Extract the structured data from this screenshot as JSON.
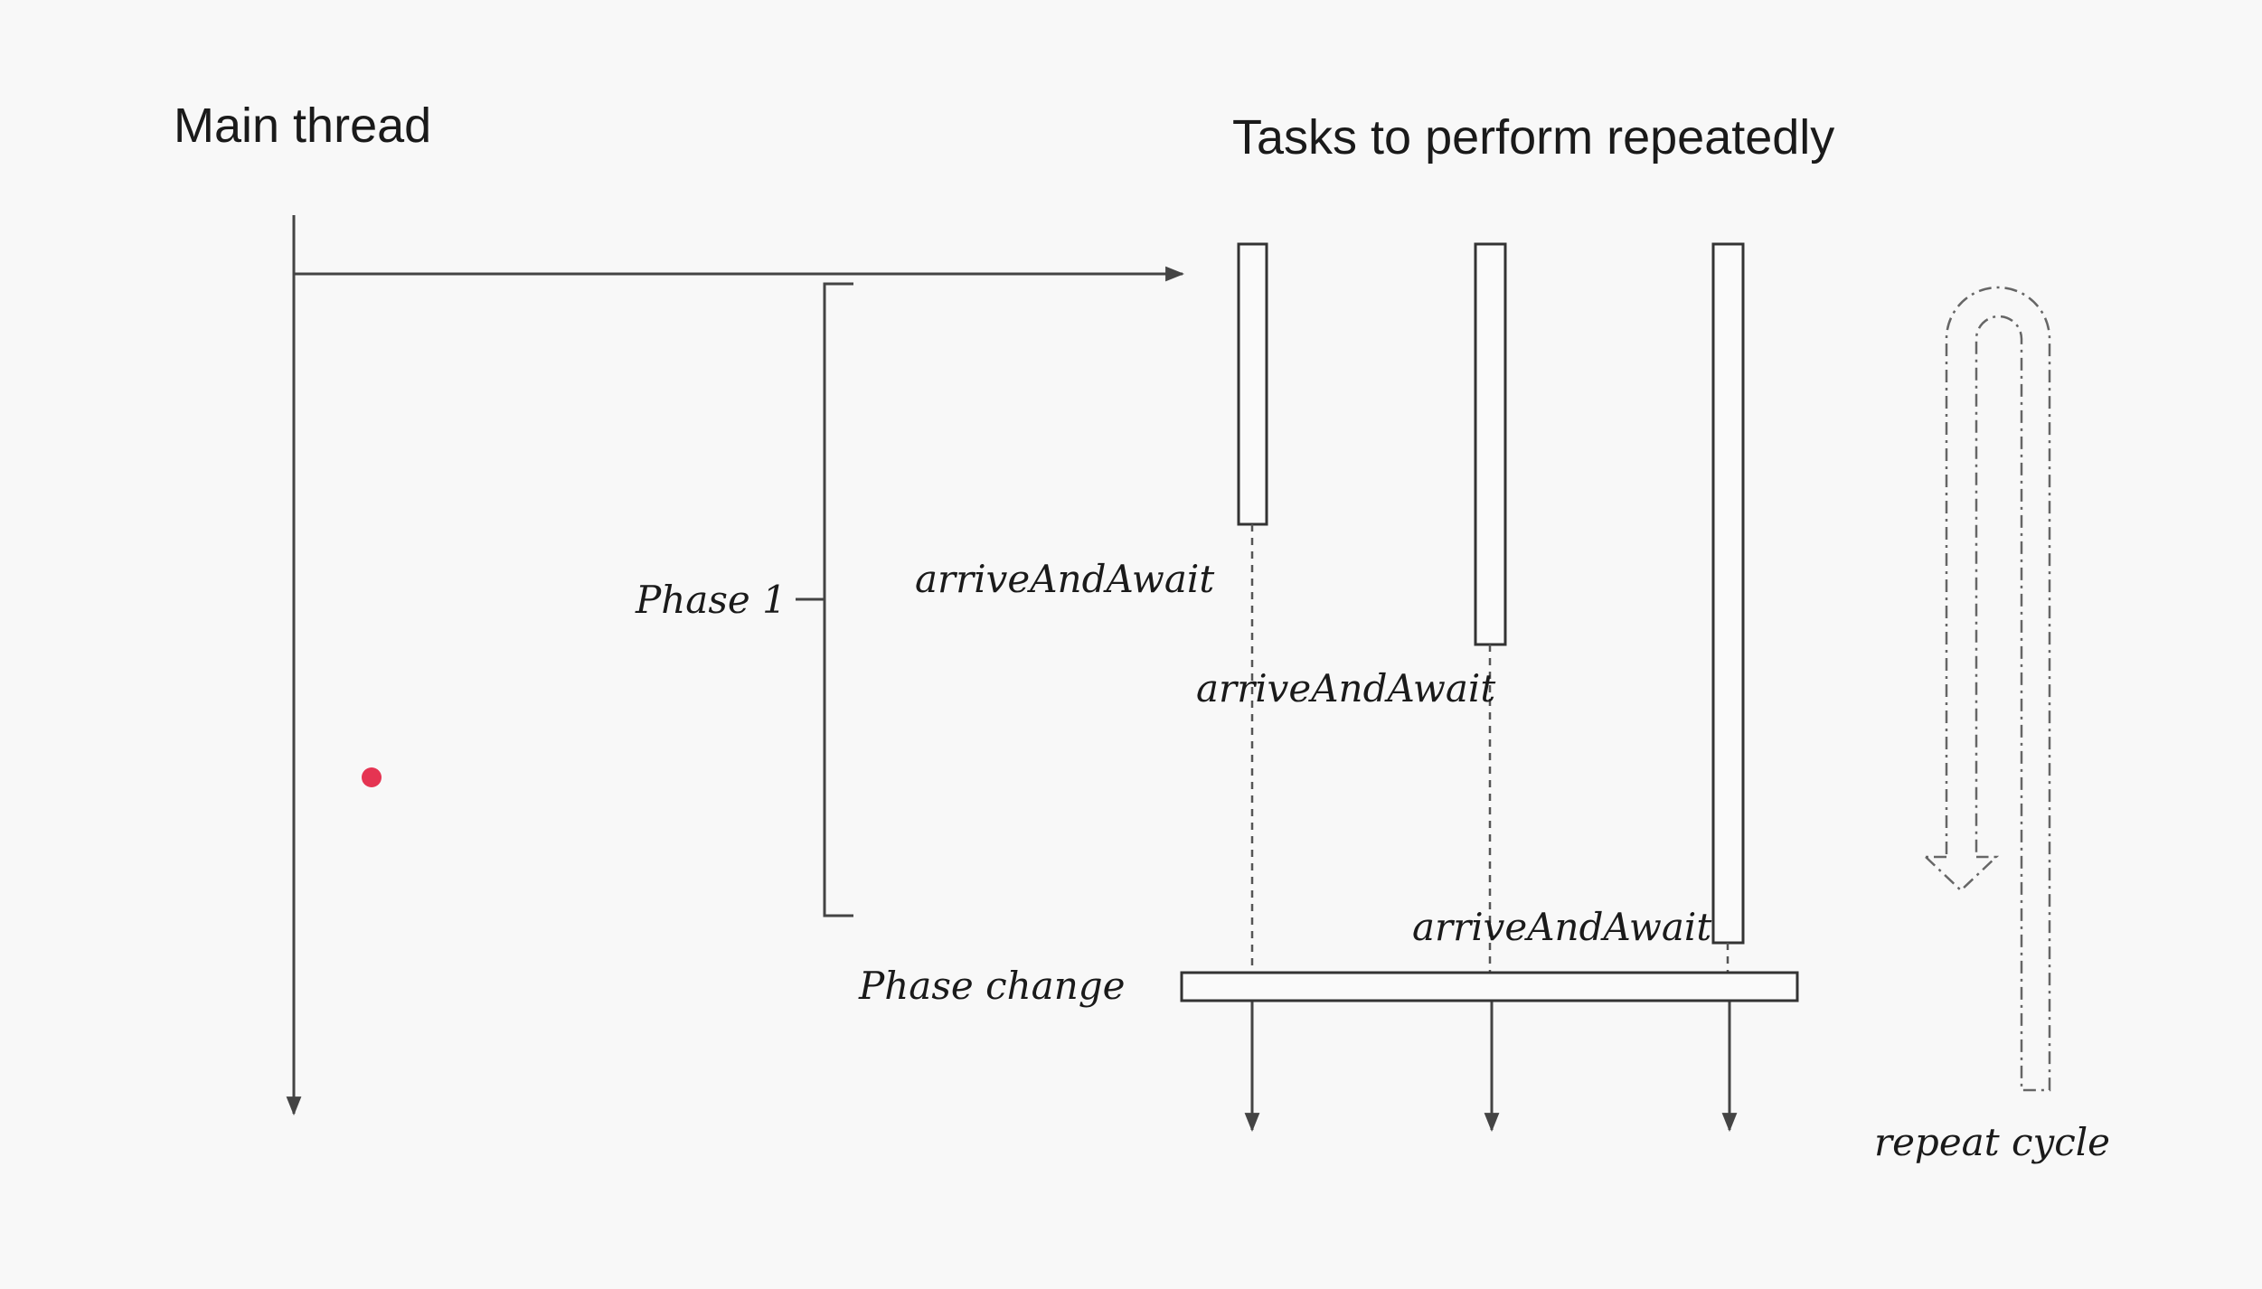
{
  "labels": {
    "main_thread": "Main thread",
    "tasks_title": "Tasks to perform repeatedly",
    "phase_1": "Phase 1",
    "arrive_1": "arriveAndAwait",
    "arrive_2": "arriveAndAwait",
    "arrive_3": "arriveAndAwait",
    "phase_change": "Phase change",
    "repeat_cycle": "repeat cycle"
  },
  "colors": {
    "background": "#f8f8f8",
    "pointer_dot": "#e53452"
  }
}
